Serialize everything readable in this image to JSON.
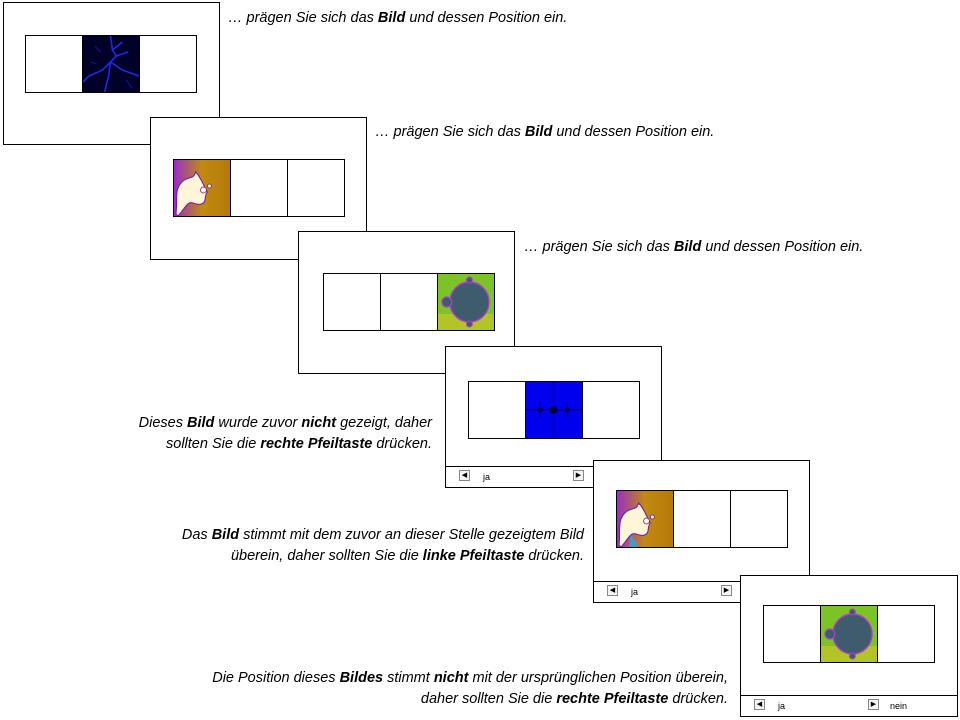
{
  "captions": {
    "memorize": "… prägen Sie sich das Bild und dessen Position ein.",
    "memorize_pre": "… prägen Sie sich das ",
    "memorize_word": "Bild",
    "memorize_post": " und dessen Position ein.",
    "new_image": {
      "line1": [
        "Dieses ",
        "Bild",
        " wurde zuvor ",
        "nicht",
        " gezeigt, daher"
      ],
      "line2": [
        "sollten Sie die ",
        "rechte Pfeiltaste",
        " drücken."
      ]
    },
    "match": {
      "line1": [
        "Das ",
        "Bild",
        " stimmt mit dem zuvor an dieser Stelle gezeigtem Bild"
      ],
      "line2": [
        "überein, daher sollten Sie die ",
        "linke Pfeiltaste",
        " drücken."
      ]
    },
    "position": {
      "line1": [
        "Die Position dieses ",
        "Bildes",
        " stimmt ",
        "nicht",
        " mit der ursprünglichen Position überein,"
      ],
      "line2": [
        "daher sollten Sie die ",
        "rechte Pfeiltaste",
        " drücken."
      ]
    }
  },
  "footer": {
    "left_arrow": "◀",
    "right_arrow": "▶",
    "yes": "ja",
    "no": "nein"
  },
  "colors": {
    "blue_fractal": "#0000dd",
    "dark_fractal": "#000030",
    "mandel_body": "#3e5c6e",
    "mandel_bg_green": "#7cc326",
    "julia_gold": "#c28a10",
    "julia_purple": "#9a2cc8"
  }
}
